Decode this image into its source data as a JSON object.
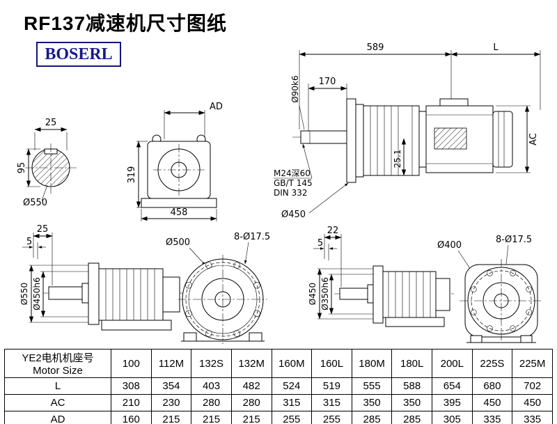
{
  "page": {
    "title": "RF137减速机尺寸图纸",
    "logo": "BOSERL"
  },
  "dims": {
    "d589": "589",
    "dL": "L",
    "d170": "170",
    "d90k6": "Ø90k6",
    "dAC": "AC",
    "d25_1": "25.1",
    "thread": "M24深60",
    "std1": "GB/T 145",
    "std2": "DIN 332",
    "d450_flange": "Ø450",
    "key25": "25",
    "d95": "95",
    "d550_shaft": "Ø550",
    "dAD": "AD",
    "d319": "319",
    "d458": "458",
    "m25": "25",
    "m5": "5",
    "m550": "Ø550",
    "m450h6": "Ø450h6",
    "d500": "Ø500",
    "holes8_left": "8-Ø17.5",
    "r22": "22",
    "r5": "5",
    "r450": "Ø450",
    "r350h6": "Ø350h6",
    "r400": "Ø400",
    "holes8_right": "8-Ø17.5"
  },
  "table": {
    "size_label_cn": "YE2电机机座号",
    "size_label_en": "Motor Size",
    "sizes": [
      "100",
      "112M",
      "132S",
      "132M",
      "160M",
      "160L",
      "180M",
      "180L",
      "200L",
      "225S",
      "225M"
    ],
    "rows": [
      {
        "label": "L",
        "values": [
          "308",
          "354",
          "403",
          "482",
          "524",
          "519",
          "555",
          "588",
          "654",
          "680",
          "702"
        ]
      },
      {
        "label": "AC",
        "values": [
          "210",
          "230",
          "280",
          "280",
          "315",
          "315",
          "350",
          "350",
          "395",
          "450",
          "450"
        ]
      },
      {
        "label": "AD",
        "values": [
          "160",
          "215",
          "215",
          "215",
          "255",
          "255",
          "285",
          "285",
          "305",
          "335",
          "335"
        ]
      }
    ]
  }
}
